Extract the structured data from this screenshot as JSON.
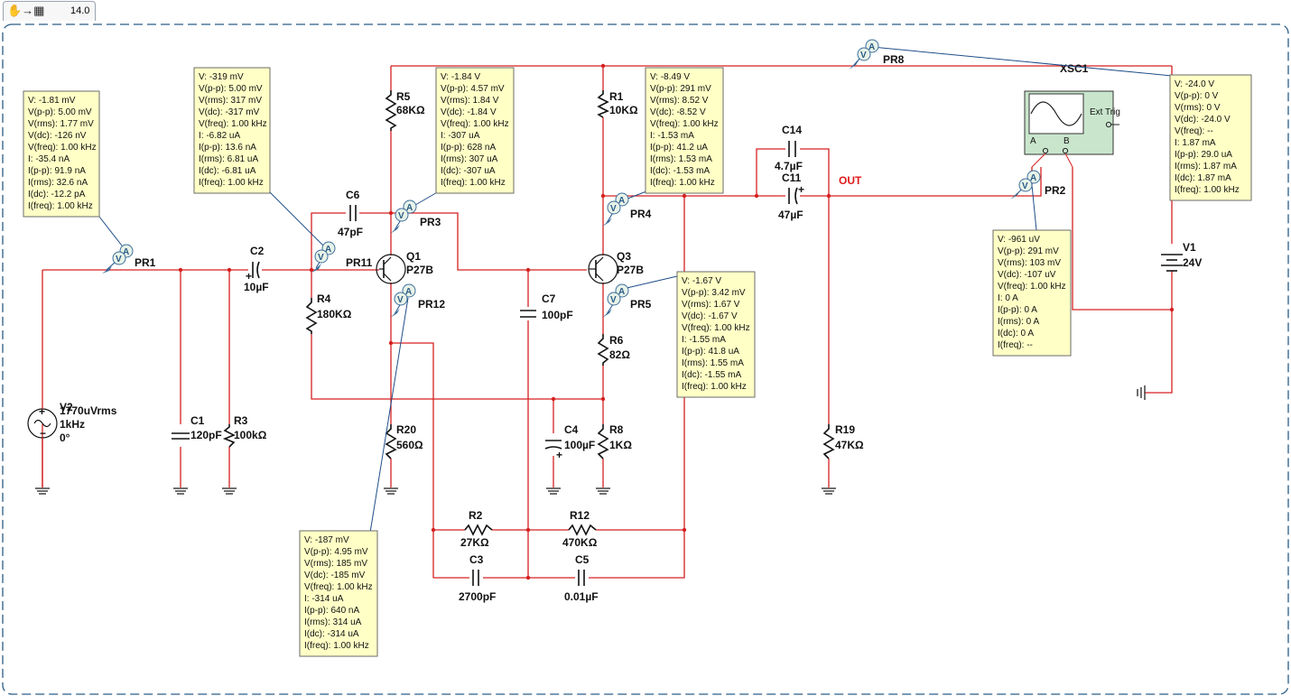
{
  "tab": {
    "icons": "✋→▦",
    "label": "14.0"
  },
  "colors": {
    "wire": "#d62020",
    "probe_box": "#ffffc6",
    "probe_line": "#1f4e8a",
    "out_label": "#e01a1a"
  },
  "components": {
    "R5": {
      "name": "R5",
      "value": "68KΩ"
    },
    "R1": {
      "name": "R1",
      "value": "10KΩ"
    },
    "R4": {
      "name": "R4",
      "value": "180KΩ"
    },
    "R6": {
      "name": "R6",
      "value": "82Ω"
    },
    "R8": {
      "name": "R8",
      "value": "1KΩ"
    },
    "R3": {
      "name": "R3",
      "value": "100kΩ"
    },
    "R20": {
      "name": "R20",
      "value": "560Ω"
    },
    "R19": {
      "name": "R19",
      "value": "47KΩ"
    },
    "R2": {
      "name": "R2",
      "value": "27KΩ"
    },
    "R12": {
      "name": "R12",
      "value": "470KΩ"
    },
    "C1": {
      "name": "C1",
      "value": "120pF"
    },
    "C2": {
      "name": "C2",
      "value": "10µF"
    },
    "C3": {
      "name": "C3",
      "value": "2700pF"
    },
    "C4": {
      "name": "C4",
      "value": "100µF"
    },
    "C5": {
      "name": "C5",
      "value": "0.01µF"
    },
    "C6": {
      "name": "C6",
      "value": "47pF"
    },
    "C7": {
      "name": "C7",
      "value": "100pF"
    },
    "C11": {
      "name": "C11",
      "value": "47µF"
    },
    "C14": {
      "name": "C14",
      "value": "4.7µF"
    },
    "Q1": {
      "name": "Q1",
      "value": "P27B"
    },
    "Q3": {
      "name": "Q3",
      "value": "P27B"
    },
    "V1": {
      "name": "V1",
      "value": "24V"
    },
    "V2": {
      "name": "V2",
      "line1": "1770uVrms",
      "line2": "1kHz",
      "line3": "0°"
    },
    "XSC1": {
      "name": "XSC1",
      "ext_trig": "Ext Trig",
      "a": "A",
      "b": "B"
    }
  },
  "net_labels": {
    "out": "OUT"
  },
  "probes": {
    "PR1": {
      "label": "PR1",
      "lines": [
        "V: -1.81 mV",
        "V(p-p): 5.00 mV",
        "V(rms): 1.77 mV",
        "V(dc): -126 nV",
        "V(freq): 1.00 kHz",
        "I: -35.4 nA",
        "I(p-p): 91.9 nA",
        "I(rms): 32.6 nA",
        "I(dc): -12.2 pA",
        "I(freq): 1.00 kHz"
      ]
    },
    "PR11": {
      "label": "PR11",
      "lines": [
        "V: -319 mV",
        "V(p-p): 5.00 mV",
        "V(rms): 317 mV",
        "V(dc): -317 mV",
        "V(freq): 1.00 kHz",
        "I: -6.82 uA",
        "I(p-p): 13.6 nA",
        "I(rms): 6.81 uA",
        "I(dc): -6.81 uA",
        "I(freq): 1.00 kHz"
      ]
    },
    "PR3": {
      "label": "PR3",
      "lines": [
        "V: -1.84 V",
        "V(p-p): 4.57 mV",
        "V(rms): 1.84 V",
        "V(dc): -1.84 V",
        "V(freq): 1.00 kHz",
        "I: -307 uA",
        "I(p-p): 628 nA",
        "I(rms): 307 uA",
        "I(dc): -307 uA",
        "I(freq): 1.00 kHz"
      ]
    },
    "PR4": {
      "label": "PR4",
      "lines": [
        "V: -8.49 V",
        "V(p-p): 291 mV",
        "V(rms): 8.52 V",
        "V(dc): -8.52 V",
        "V(freq): 1.00 kHz",
        "I: -1.53 mA",
        "I(p-p): 41.2 uA",
        "I(rms): 1.53 mA",
        "I(dc): -1.53 mA",
        "I(freq): 1.00 kHz"
      ]
    },
    "PR8": {
      "label": "PR8",
      "lines": [
        "V: -24.0 V",
        "V(p-p): 0 V",
        "V(rms): 0 V",
        "V(dc): -24.0 V",
        "V(freq): --",
        "I: 1.87 mA",
        "I(p-p): 29.0 uA",
        "I(rms): 1.87 mA",
        "I(dc): 1.87 mA",
        "I(freq): 1.00 kHz"
      ]
    },
    "PR2": {
      "label": "PR2",
      "lines": [
        "V: -961 uV",
        "V(p-p): 291 mV",
        "V(rms): 103 mV",
        "V(dc): -107 uV",
        "V(freq): 1.00 kHz",
        "I: 0 A",
        "I(p-p): 0 A",
        "I(rms): 0 A",
        "I(dc): 0 A",
        "I(freq): --"
      ]
    },
    "PR5": {
      "label": "PR5",
      "lines": [
        "V: -1.67 V",
        "V(p-p): 3.42 mV",
        "V(rms): 1.67 V",
        "V(dc): -1.67 V",
        "V(freq): 1.00 kHz",
        "I: -1.55 mA",
        "I(p-p): 41.8 uA",
        "I(rms): 1.55 mA",
        "I(dc): -1.55 mA",
        "I(freq): 1.00 kHz"
      ]
    },
    "PR12": {
      "label": "PR12",
      "lines": [
        "V: -187 mV",
        "V(p-p): 4.95 mV",
        "V(rms): 185 mV",
        "V(dc): -185 mV",
        "V(freq): 1.00 kHz",
        "I: -314 uA",
        "I(p-p): 640 nA",
        "I(rms): 314 uA",
        "I(dc): -314 uA",
        "I(freq): 1.00 kHz"
      ]
    }
  }
}
